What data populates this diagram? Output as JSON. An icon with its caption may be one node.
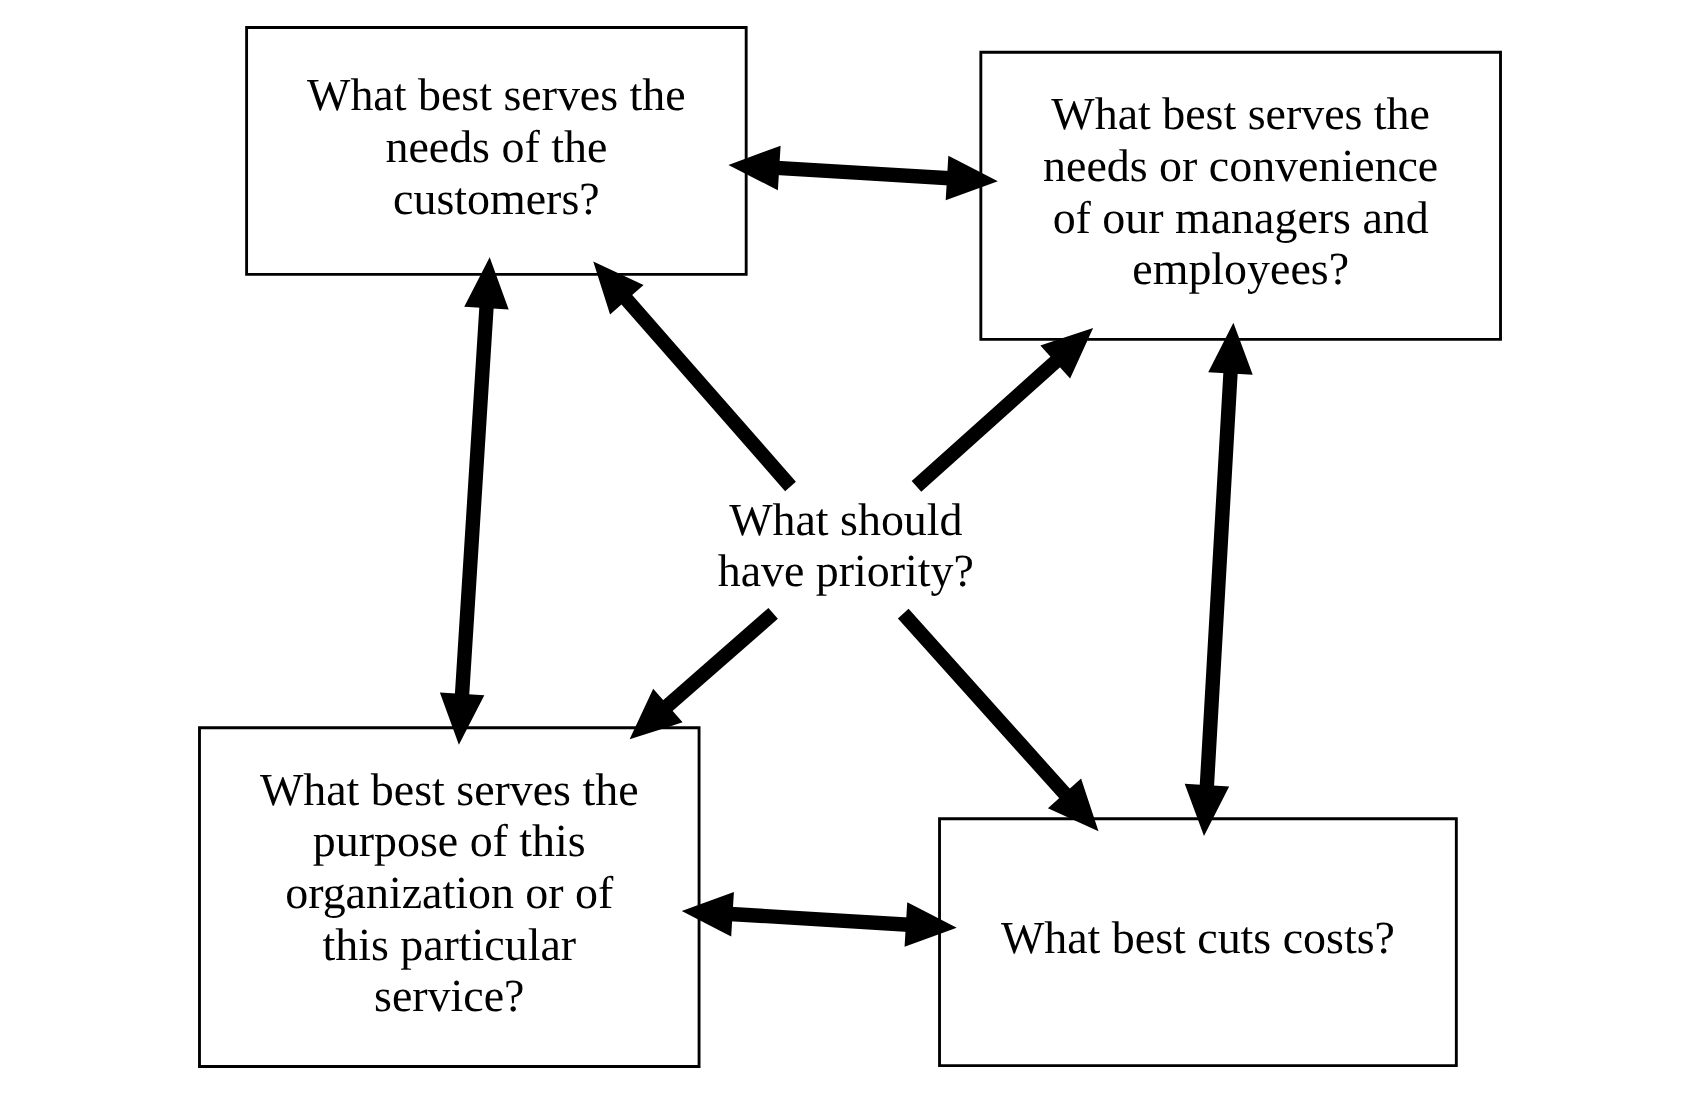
{
  "diagram": {
    "nodes": [
      {
        "text": [
          "What best serves the purpose of this organization or of this particular service?"
        ]
      },
      {
        "text": [
          "What best cuts costs?"
        ]
      },
      {
        "text": [
          "What should have priority?"
        ]
      },
      {
        "text": [
          "What best serves the needs of the customers?"
        ]
      },
      {
        "text": [
          "What best serves the needs or convenience of our managers and employees?"
        ]
      }
    ],
    "edges": [
      {
        "from": 0,
        "to": 1,
        "arrow": "both"
      },
      {
        "from": 0,
        "to": 3,
        "arrow": "both"
      },
      {
        "from": 2,
        "to": 0,
        "arrow": "to"
      },
      {
        "from": 2,
        "to": 1,
        "arrow": "to"
      },
      {
        "from": 2,
        "to": 3,
        "arrow": "to"
      },
      {
        "from": 2,
        "to": 4,
        "arrow": "to"
      },
      {
        "from": 1,
        "to": 4,
        "arrow": "both"
      },
      {
        "from": 3,
        "to": 4,
        "arrow": "both"
      }
    ]
  }
}
